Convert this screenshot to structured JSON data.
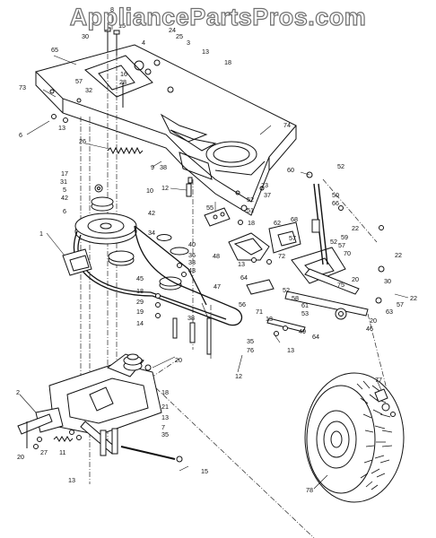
{
  "watermark": "AppliancePartsPros.com",
  "callouts": [
    {
      "id": "c1",
      "text": "8"
    },
    {
      "id": "c2",
      "text": "30"
    },
    {
      "id": "c3",
      "text": "15"
    },
    {
      "id": "c4",
      "text": "24"
    },
    {
      "id": "c5",
      "text": "25"
    },
    {
      "id": "c6",
      "text": "3"
    },
    {
      "id": "c7",
      "text": "13"
    },
    {
      "id": "c8",
      "text": "65"
    },
    {
      "id": "c9",
      "text": "18"
    },
    {
      "id": "c10",
      "text": "16"
    },
    {
      "id": "c11",
      "text": "28"
    },
    {
      "id": "c12",
      "text": "57"
    },
    {
      "id": "c13",
      "text": "32"
    },
    {
      "id": "c14",
      "text": "73"
    },
    {
      "id": "c15",
      "text": "6"
    },
    {
      "id": "c16",
      "text": "13"
    },
    {
      "id": "c17",
      "text": "74"
    },
    {
      "id": "c18",
      "text": "26"
    },
    {
      "id": "c19",
      "text": "9"
    },
    {
      "id": "c20",
      "text": "38"
    },
    {
      "id": "c21",
      "text": "17"
    },
    {
      "id": "c22",
      "text": "31"
    },
    {
      "id": "c23",
      "text": "5"
    },
    {
      "id": "c24",
      "text": "42"
    },
    {
      "id": "c25",
      "text": "10"
    },
    {
      "id": "c26",
      "text": "12"
    },
    {
      "id": "c27",
      "text": "6"
    },
    {
      "id": "c28",
      "text": "42"
    },
    {
      "id": "c29",
      "text": "1"
    },
    {
      "id": "c30",
      "text": "34"
    },
    {
      "id": "c31",
      "text": "40"
    },
    {
      "id": "c32",
      "text": "36"
    },
    {
      "id": "c33",
      "text": "33"
    },
    {
      "id": "c34",
      "text": "43"
    },
    {
      "id": "c35",
      "text": "45"
    },
    {
      "id": "c36",
      "text": "18"
    },
    {
      "id": "c37",
      "text": "29"
    },
    {
      "id": "c38",
      "text": "19"
    },
    {
      "id": "c39",
      "text": "14"
    },
    {
      "id": "c40",
      "text": "38"
    },
    {
      "id": "c41",
      "text": "55"
    },
    {
      "id": "c42",
      "text": "60"
    },
    {
      "id": "c43",
      "text": "52"
    },
    {
      "id": "c44",
      "text": "23"
    },
    {
      "id": "c45",
      "text": "37"
    },
    {
      "id": "c46",
      "text": "52"
    },
    {
      "id": "c47",
      "text": "51"
    },
    {
      "id": "c48",
      "text": "50"
    },
    {
      "id": "c49",
      "text": "66"
    },
    {
      "id": "c50",
      "text": "18"
    },
    {
      "id": "c51",
      "text": "68"
    },
    {
      "id": "c52",
      "text": "62"
    },
    {
      "id": "c53",
      "text": "57"
    },
    {
      "id": "c54",
      "text": "22"
    },
    {
      "id": "c55",
      "text": "59"
    },
    {
      "id": "c56",
      "text": "52"
    },
    {
      "id": "c57",
      "text": "57"
    },
    {
      "id": "c58",
      "text": "70"
    },
    {
      "id": "c59",
      "text": "22"
    },
    {
      "id": "c60",
      "text": "48"
    },
    {
      "id": "c61",
      "text": "13"
    },
    {
      "id": "c62",
      "text": "72"
    },
    {
      "id": "c63",
      "text": "47"
    },
    {
      "id": "c64",
      "text": "64"
    },
    {
      "id": "c65",
      "text": "52"
    },
    {
      "id": "c66",
      "text": "75"
    },
    {
      "id": "c67",
      "text": "20"
    },
    {
      "id": "c68",
      "text": "30"
    },
    {
      "id": "c69",
      "text": "22"
    },
    {
      "id": "c70",
      "text": "56"
    },
    {
      "id": "c71",
      "text": "71"
    },
    {
      "id": "c72",
      "text": "58"
    },
    {
      "id": "c73",
      "text": "61"
    },
    {
      "id": "c74",
      "text": "53"
    },
    {
      "id": "c75",
      "text": "63"
    },
    {
      "id": "c76",
      "text": "57"
    },
    {
      "id": "c77",
      "text": "13"
    },
    {
      "id": "c78",
      "text": "20"
    },
    {
      "id": "c79",
      "text": "46"
    },
    {
      "id": "c80",
      "text": "49"
    },
    {
      "id": "c81",
      "text": "64"
    },
    {
      "id": "c82",
      "text": "35"
    },
    {
      "id": "c83",
      "text": "76"
    },
    {
      "id": "c84",
      "text": "13"
    },
    {
      "id": "c85",
      "text": "12"
    },
    {
      "id": "c86",
      "text": "20"
    },
    {
      "id": "c87",
      "text": "2"
    },
    {
      "id": "c88",
      "text": "18"
    },
    {
      "id": "c89",
      "text": "21"
    },
    {
      "id": "c90",
      "text": "13"
    },
    {
      "id": "c91",
      "text": "7"
    },
    {
      "id": "c92",
      "text": "35"
    },
    {
      "id": "c93",
      "text": "20"
    },
    {
      "id": "c94",
      "text": "27"
    },
    {
      "id": "c95",
      "text": "11"
    },
    {
      "id": "c96",
      "text": "15"
    },
    {
      "id": "c97",
      "text": "13"
    },
    {
      "id": "c98",
      "text": "77"
    },
    {
      "id": "c99",
      "text": "78"
    },
    {
      "id": "c100",
      "text": "4"
    }
  ]
}
